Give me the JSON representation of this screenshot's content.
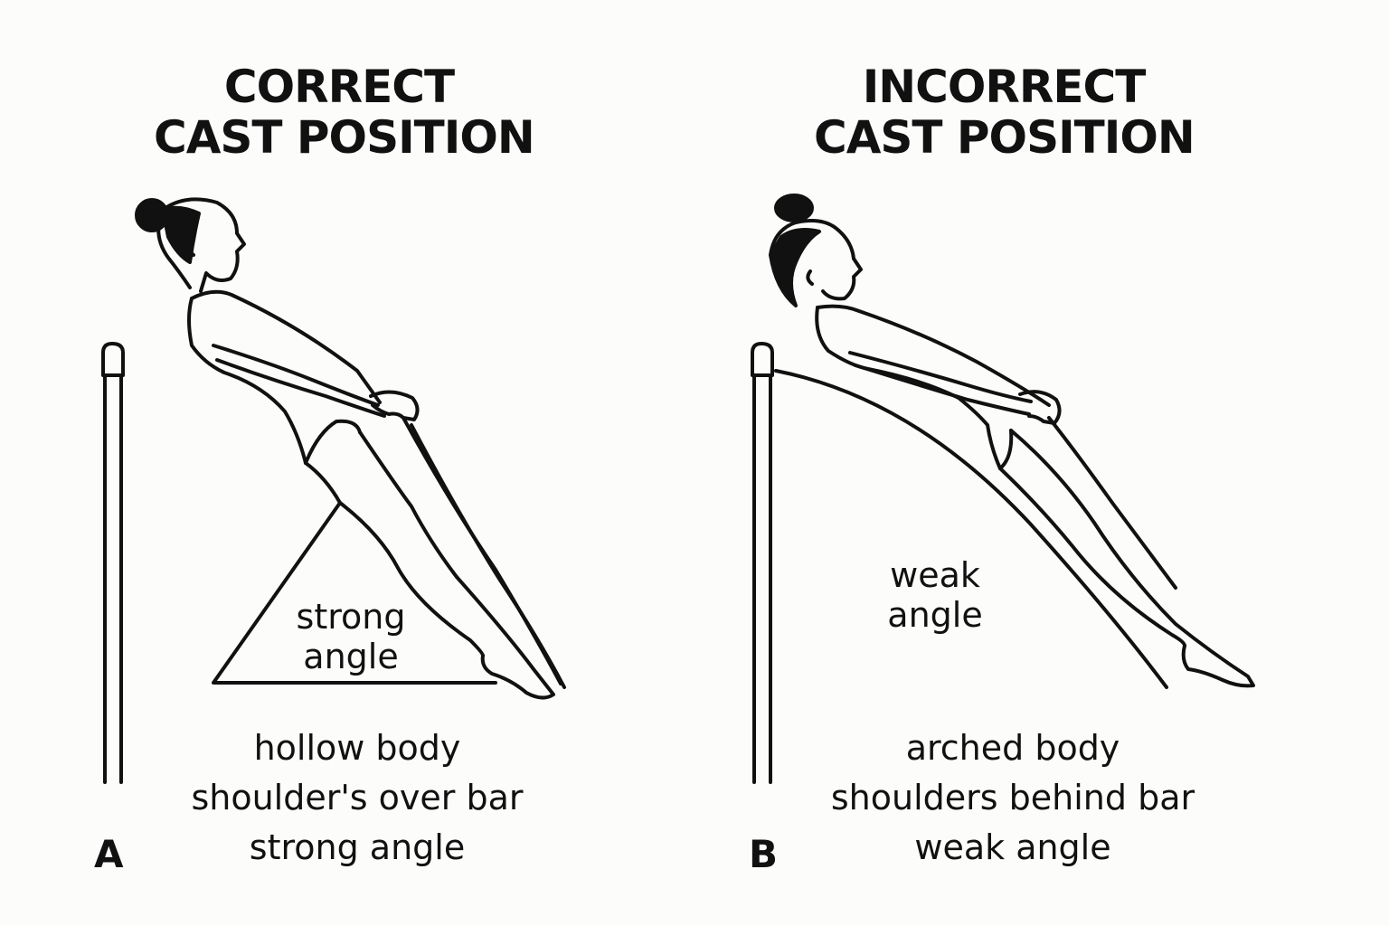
{
  "panels": [
    {
      "id": "A",
      "letter": "A",
      "title_lines": [
        "CORRECT",
        "CAST POSITION"
      ],
      "angle_label_lines": [
        "strong",
        "angle"
      ],
      "caption_lines": [
        "hollow body",
        "shoulder's over bar",
        "strong angle"
      ]
    },
    {
      "id": "B",
      "letter": "B",
      "title_lines": [
        "INCORRECT",
        "CAST POSITION"
      ],
      "angle_label_lines": [
        "weak",
        "angle"
      ],
      "caption_lines": [
        "arched body",
        "shoulders behind bar",
        "weak angle"
      ]
    }
  ],
  "colors": {
    "ink": "#111111",
    "background": "#fcfcfa"
  }
}
